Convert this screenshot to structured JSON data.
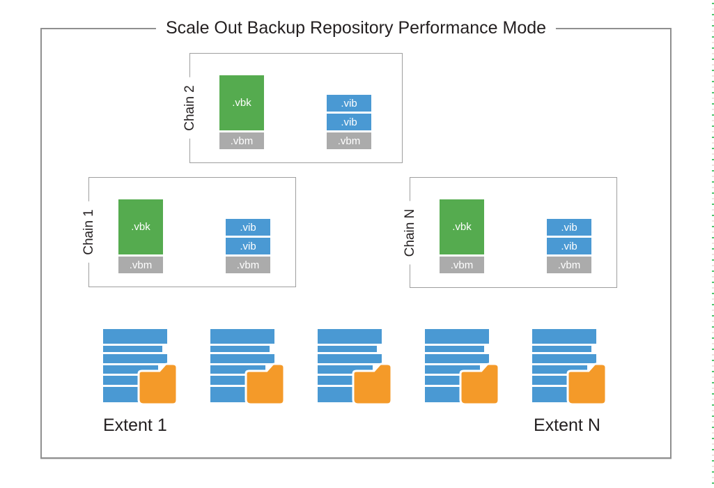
{
  "title": "Scale Out Backup Repository Performance Mode",
  "chains": [
    {
      "label": "Chain 2",
      "vbk": ".vbk",
      "vbm_full": ".vbm",
      "vib1": ".vib",
      "vib2": ".vib",
      "vbm_inc": ".vbm"
    },
    {
      "label": "Chain 1",
      "vbk": ".vbk",
      "vbm_full": ".vbm",
      "vib1": ".vib",
      "vib2": ".vib",
      "vbm_inc": ".vbm"
    },
    {
      "label": "Chain N",
      "vbk": ".vbk",
      "vbm_full": ".vbm",
      "vib1": ".vib",
      "vib2": ".vib",
      "vbm_inc": ".vbm"
    }
  ],
  "extents": {
    "icon_count": 5,
    "first_label": "Extent 1",
    "last_label": "Extent N"
  },
  "icons": {
    "extent_icon_parts": [
      "disk-stack-icon",
      "folder-icon"
    ]
  },
  "colors": {
    "full_backup_green": "#55AB4F",
    "increment_blue": "#4A99D3",
    "metadata_gray": "#ABABAB",
    "disk_blue": "#4A99D3",
    "folder_orange": "#F49A29",
    "frame_gray": "#8F8F8F",
    "box_border_gray": "#9E9E9E",
    "edge_dot_green": "#4EC46D",
    "text_dark": "#231F20"
  }
}
